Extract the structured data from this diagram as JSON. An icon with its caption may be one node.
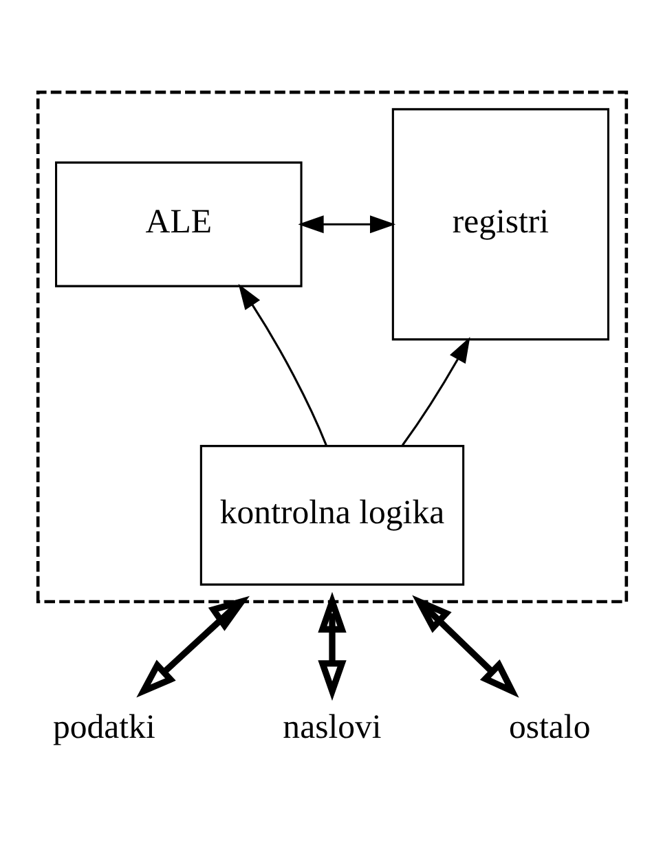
{
  "diagram": {
    "nodes": [
      {
        "text": [],
        "shape": "box"
      },
      {
        "text": [
          "ALE"
        ],
        "in": 0
      },
      {
        "text": [
          "registri"
        ],
        "in": 0
      },
      {
        "text": [
          "kontrolna logika"
        ],
        "in": 0
      },
      {
        "text": [
          "podatki"
        ]
      },
      {
        "text": [
          "naslovi"
        ]
      },
      {
        "text": [
          "ostalo"
        ]
      }
    ],
    "edges": [
      {
        "from": 1,
        "to": 2,
        "arrow": "both"
      },
      {
        "from": 3,
        "to": 1,
        "arrow": "to"
      },
      {
        "from": 3,
        "to": 2,
        "arrow": "to"
      },
      {
        "from": 0,
        "to": 4,
        "arrow": "both",
        "style": "thick"
      },
      {
        "from": 0,
        "to": 5,
        "arrow": "both",
        "style": "thick"
      },
      {
        "from": 0,
        "to": 6,
        "arrow": "both",
        "style": "thick"
      }
    ]
  }
}
